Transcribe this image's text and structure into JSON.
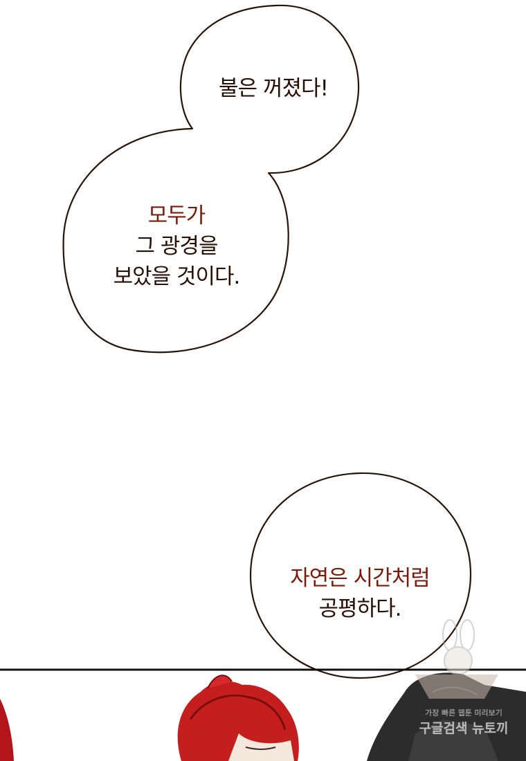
{
  "colors": {
    "background": "#ffffff",
    "bubble_outline": "#2a1205",
    "text_dark": "#2b0e04",
    "text_red": "#7a1a08",
    "panel_border": "#111111",
    "hair_red": "#c41e1e"
  },
  "bubbles": {
    "fire_out": {
      "lines": [
        "불은 꺼졌다!"
      ]
    },
    "everyone_saw": {
      "lines": [
        "모두가",
        "그 광경을",
        "보았을 것이다."
      ]
    },
    "nature_fair": {
      "lines": [
        "자연은 시간처럼",
        "공평하다."
      ]
    }
  },
  "watermark": {
    "text_small": "가장 빠른 웹툰 미리보기",
    "text_large": "구글검색 뉴토끼",
    "icon": "rabbit-mascot-icon"
  },
  "panel": {
    "content": "red-haired-character-panel"
  }
}
